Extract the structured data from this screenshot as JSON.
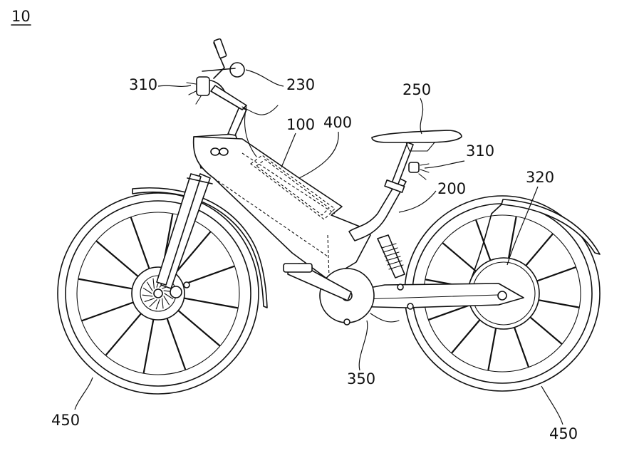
{
  "figure": {
    "ref": "10",
    "labels": {
      "headlight": "310",
      "handlebar": "230",
      "battery": "100",
      "frame": "400",
      "saddle": "250",
      "rear_light": "310",
      "seat_tube": "200",
      "rear_hub": "320",
      "motor": "350",
      "front_wheel": "450",
      "rear_wheel": "450"
    }
  }
}
